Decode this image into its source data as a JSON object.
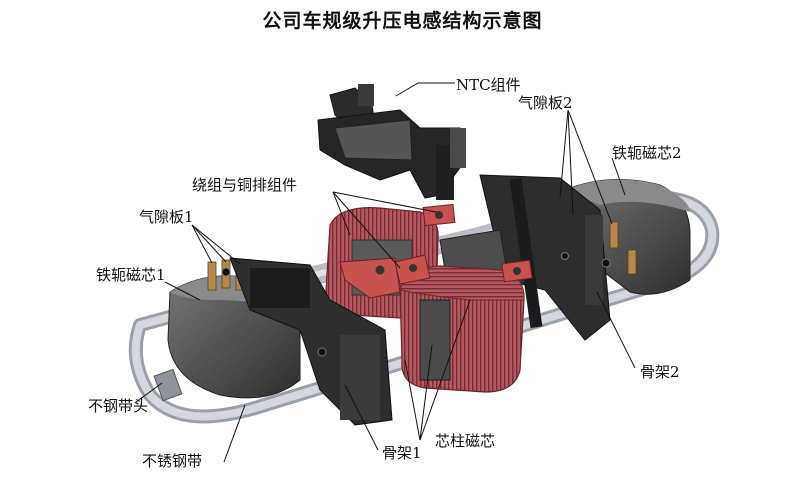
{
  "title": "公司车规级升压电感结构示意图",
  "labels": {
    "ntc": "NTC组件",
    "air_gap_2": "气隙板2",
    "yoke_core_2": "铁轭磁芯2",
    "winding": "绕组与铜排组件",
    "air_gap_1": "气隙板1",
    "yoke_core_1": "铁轭磁芯1",
    "steel_buckle": "不钢带头",
    "stainless_band": "不锈钢带",
    "bobbin_1": "骨架1",
    "pillar_core": "芯柱磁芯",
    "bobbin_2": "骨架2"
  },
  "colors": {
    "copper": "#b0505a",
    "copper_dark": "#7e2f38",
    "terminal": "#c8524e",
    "core": "#3c3c3c",
    "core_light": "#6e6e6e",
    "band": "#bfc3cc",
    "band_dark": "#8f949e",
    "frame": "#232323"
  }
}
